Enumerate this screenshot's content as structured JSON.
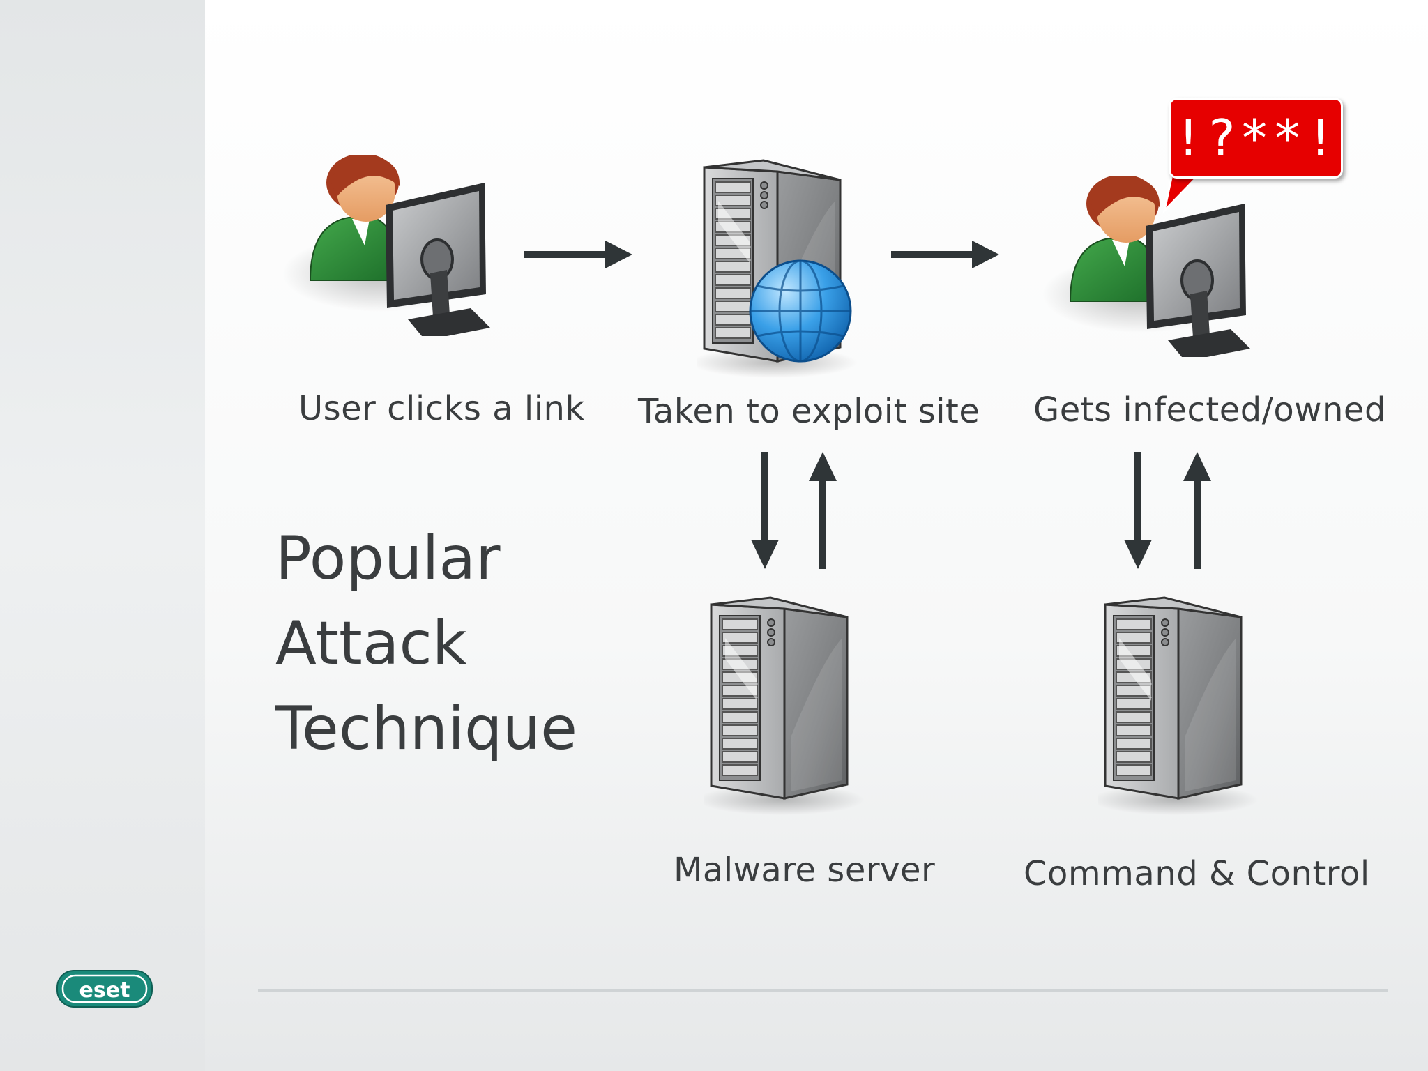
{
  "slide": {
    "title_lines": [
      "Popular",
      "Attack",
      "Technique"
    ],
    "brand": "eset",
    "accent_color": "#1a8a7a",
    "alert_color": "#e60000"
  },
  "nodes": {
    "user": {
      "label": "User clicks a link",
      "icon": "user-computer-icon"
    },
    "exploit_site": {
      "label": "Taken to exploit site",
      "icon": "web-server-icon"
    },
    "infected_user": {
      "label": "Gets infected/owned",
      "icon": "user-computer-icon",
      "speech_bubble": "!?**!"
    },
    "malware_server": {
      "label": "Malware server",
      "icon": "server-icon"
    },
    "command_control": {
      "label": "Command & Control",
      "icon": "server-icon"
    }
  }
}
